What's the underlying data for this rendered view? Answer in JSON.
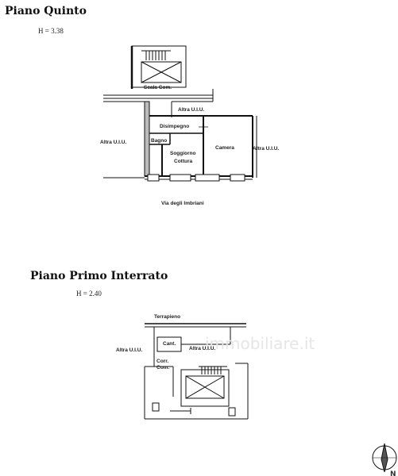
{
  "floor_5": {
    "title": "Piano Quinto",
    "height": "H = 3.38",
    "labels": {
      "stair": "Scala Com.",
      "neighbor_top": "Altra U.I.U.",
      "hallway": "Disimpegno",
      "neighbor_left": "Altra U.I.U.",
      "bathroom": "Bagno",
      "living_1": "Soggiorno",
      "living_2": "Cottura",
      "bedroom": "Camera",
      "neighbor_right": "Altra U.I.U.",
      "street": "Via degli Imbriani"
    }
  },
  "basement": {
    "title": "Piano Primo Interrato",
    "height": "H = 2.40",
    "labels": {
      "embankment": "Terrapieno",
      "cellar": "Cant.",
      "neighbor_left": "Altra U.I.U.",
      "neighbor_right": "Altra U.I.U.",
      "corridor_1": "Corr.",
      "corridor_2": "Com."
    }
  },
  "watermark": "immobiliare.it",
  "north_mark": "N"
}
